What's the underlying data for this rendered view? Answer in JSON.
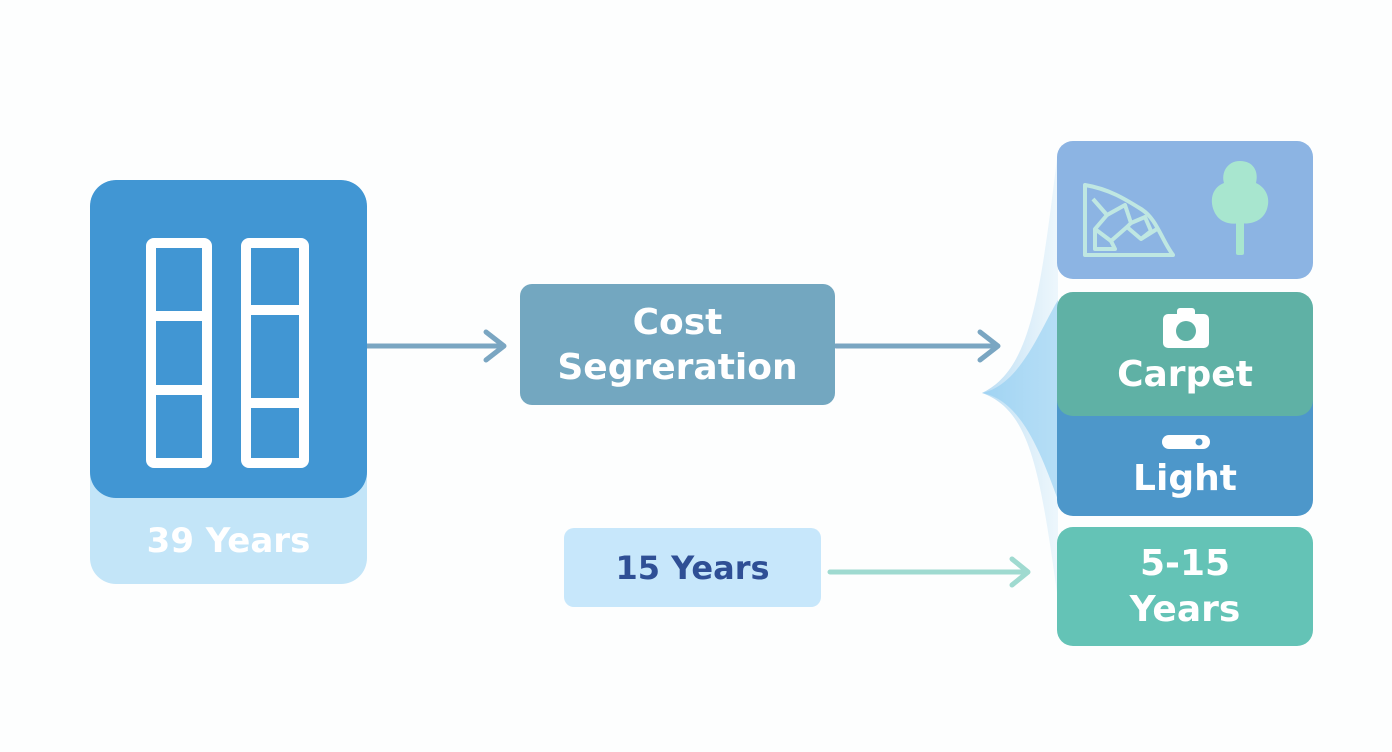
{
  "building": {
    "years_label": "39 Years"
  },
  "cost_segregation": {
    "line1": "Cost",
    "line2": "Segreration"
  },
  "fifteen_years": {
    "label": "15 Years"
  },
  "categories": {
    "carpet": "Carpet",
    "light": "Light",
    "years_line1": "5-15",
    "years_line2": "Years"
  },
  "icons": {
    "building": "building-icon",
    "land": "land-improvement-icon",
    "tree": "tree-icon",
    "camera": "camera-icon",
    "light": "light-fixture-icon"
  },
  "colors": {
    "building_blue": "#4196d3",
    "building_light": "#c3e5f8",
    "cost_seg": "#73a7c0",
    "fifteen_bg": "#c7e7fb",
    "fifteen_text": "#2f4f95",
    "land_card": "#8cb4e3",
    "carpet_card": "#5fb1a5",
    "light_card": "#4d97ca",
    "years_card": "#64c3b6",
    "arrow": "#7aa6c2",
    "arrow_light": "#9fdad0"
  }
}
